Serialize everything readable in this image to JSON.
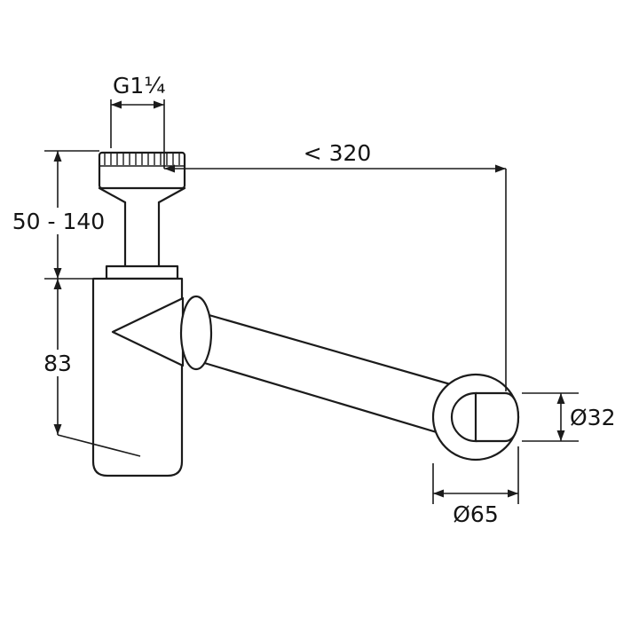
{
  "drawing": {
    "background_color": "#ffffff",
    "line_color": "#1b1b1b",
    "dimensions": {
      "thread_size": "G1¼",
      "max_length": "< 320",
      "height_range": "50 - 140",
      "body_height": "83",
      "outlet_diameter": "Ø32",
      "rosette_diameter": "Ø65"
    }
  }
}
